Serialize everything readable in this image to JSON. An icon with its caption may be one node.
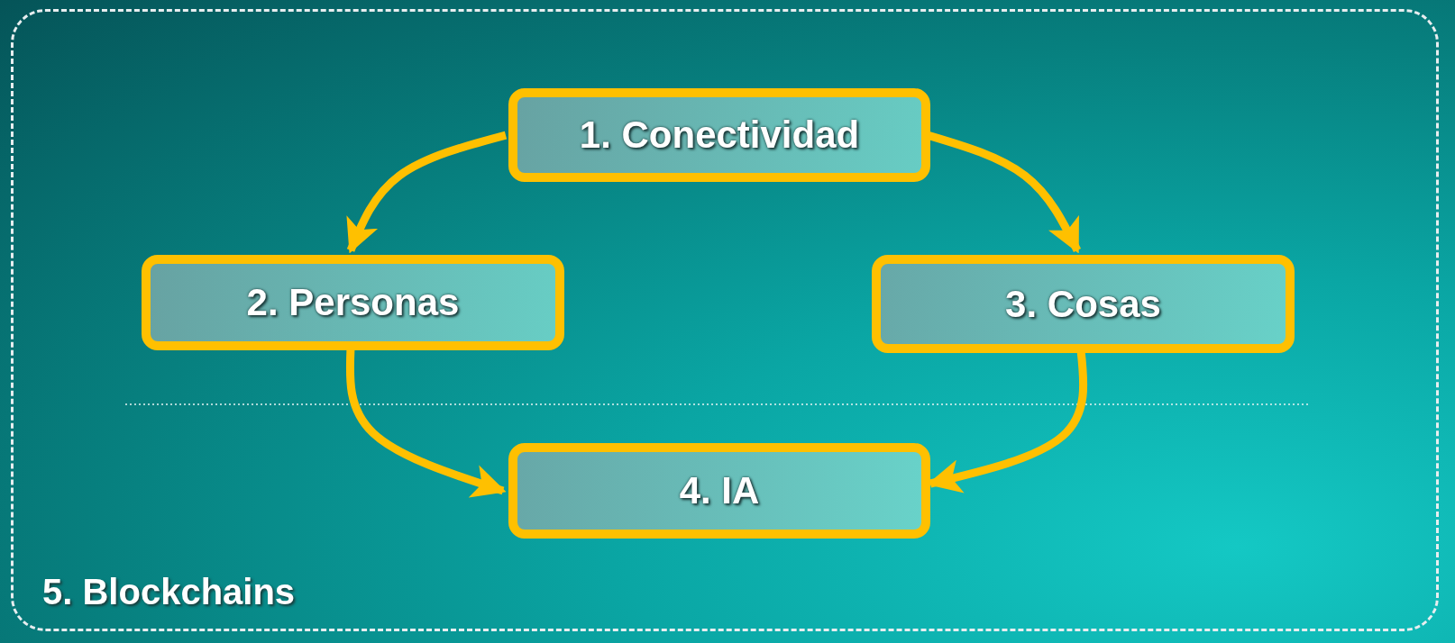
{
  "diagram": {
    "nodes": [
      {
        "text": [
          "5. Blockchains"
        ]
      },
      {
        "text": [
          "1. Conectividad"
        ],
        "in": 0
      },
      {
        "text": [
          "2. Personas"
        ],
        "in": 0
      },
      {
        "text": [
          "3. Cosas"
        ],
        "in": 0
      },
      {
        "text": [
          "4. IA"
        ],
        "in": 0
      }
    ],
    "edges": [
      {
        "from": 1,
        "to": 2,
        "arrow": "to"
      },
      {
        "from": 1,
        "to": 3,
        "arrow": "to"
      },
      {
        "from": 2,
        "to": 4,
        "arrow": "to"
      },
      {
        "from": 3,
        "to": 4,
        "arrow": "to"
      }
    ]
  }
}
